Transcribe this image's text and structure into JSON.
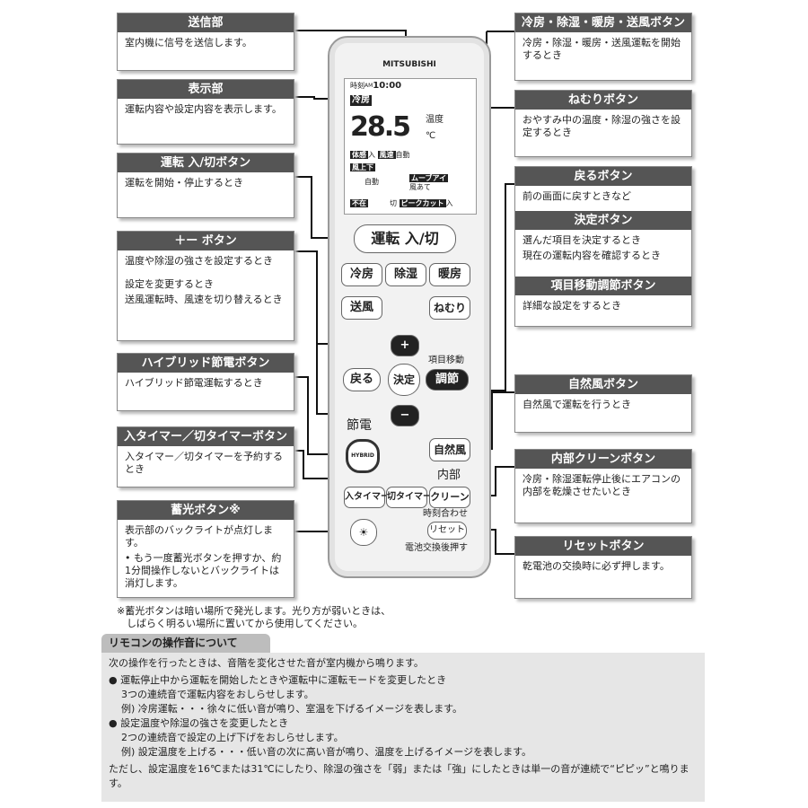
{
  "left": [
    {
      "title": "送信部",
      "body": [
        "室内機に信号を送信します。"
      ]
    },
    {
      "title": "表示部",
      "body": [
        "運転内容や設定内容を表示します。"
      ]
    },
    {
      "title": "運転 入/切ボタン",
      "body": [
        "運転を開始・停止するとき"
      ]
    },
    {
      "title": "＋ー ボタン",
      "body": [
        "温度や除湿の強さを設定するとき",
        "設定を変更するとき",
        "送風運転時、風速を切り替えるとき"
      ]
    },
    {
      "title": "ハイブリッド節電ボタン",
      "body": [
        "ハイブリッド節電運転するとき"
      ]
    },
    {
      "title": "入タイマー／切タイマーボタン",
      "body": [
        "入タイマー／切タイマーを予約するとき"
      ]
    },
    {
      "title": "蓄光ボタン※",
      "body": [
        "表示部のバックライトが点灯します。",
        "• もう一度蓄光ボタンを押すか、約1分間操作しないとバックライトは消灯します。"
      ]
    }
  ],
  "right": [
    {
      "title": "冷房・除湿・暖房・送風ボタン",
      "body": [
        "冷房・除湿・暖房・送風運転を開始するとき"
      ]
    },
    {
      "title": "ねむりボタン",
      "body": [
        "おやすみ中の温度・除湿の強さを設定するとき"
      ]
    },
    {
      "title": "戻るボタン",
      "body": [
        "前の画面に戻すときなど"
      ]
    },
    {
      "title": "決定ボタン",
      "body": [
        "選んだ項目を決定するとき",
        "現在の運転内容を確認するとき"
      ]
    },
    {
      "title": "項目移動調節ボタン",
      "body": [
        "詳細な設定をするとき"
      ]
    },
    {
      "title": "自然風ボタン",
      "body": [
        "自然風で運転を行うとき"
      ]
    },
    {
      "title": "内部クリーンボタン",
      "body": [
        "冷房・除湿運転停止後にエアコンの内部を乾燥させたいとき"
      ]
    },
    {
      "title": "リセットボタン",
      "body": [
        "乾電池の交換時に必ず押します。"
      ]
    }
  ],
  "remote": {
    "brand": "MITSUBISHI",
    "lcd": {
      "clock_label": "時刻",
      "am": "AM",
      "time": "10:00",
      "mode": "冷房",
      "temp": "28.5",
      "temp_label": "温度",
      "unit": "℃",
      "taikan": "体感",
      "iri": "入",
      "fusoku": "風速",
      "jido": "自動",
      "fujoge": "風上下",
      "jido2": "自動",
      "move_eye": "ムーブアイ",
      "kazeate": "風あて",
      "fuzai": "不在",
      "kiri": "切",
      "peakcut": "ピークカット",
      "iri2": "入"
    },
    "buttons": {
      "power": "運転 入/切",
      "cool": "冷房",
      "dry": "除湿",
      "heat": "暖房",
      "fan": "送風",
      "sleep": "ねむり",
      "back": "戻る",
      "ok": "決定",
      "adjust": "調節",
      "adjust_label": "項目移動",
      "plus": "+",
      "minus": "−",
      "setsuden": "節電",
      "hybrid": "HYBRID",
      "natural": "自然風",
      "naibu": "内部",
      "clean": "クリーン",
      "on_timer": "入タイマー",
      "off_timer": "切タイマー",
      "clock_set": "時刻合わせ",
      "reset": "リセット",
      "reset_note": "電池交換後押す"
    }
  },
  "footnote": [
    "※蓄光ボタンは暗い場所で発光します。光り方が弱いときは、",
    "　しばらく明るい場所に置いてから使用してください。"
  ],
  "sound": {
    "tab": "リモコンの操作音について",
    "lines": [
      "次の操作を行ったときは、音階を変化させた音が室内機から鳴ります。",
      "● 運転停止中から運転を開始したときや運転中に運転モードを変更したとき",
      "3つの連続音で運転内容をおしらせします。",
      "例) 冷房運転・・・徐々に低い音が鳴り、室温を下げるイメージを表します。",
      "● 設定温度や除湿の強さを変更したとき",
      "2つの連続音で設定の上げ下げをおしらせします。",
      "例) 設定温度を上げる・・・低い音の次に高い音が鳴り、温度を上げるイメージを表します。",
      "ただし、設定温度を16℃または31℃にしたり、除湿の強さを「弱」または「強」にしたときは単一の音が連続で“ピピッ”と鳴ります。"
    ]
  }
}
